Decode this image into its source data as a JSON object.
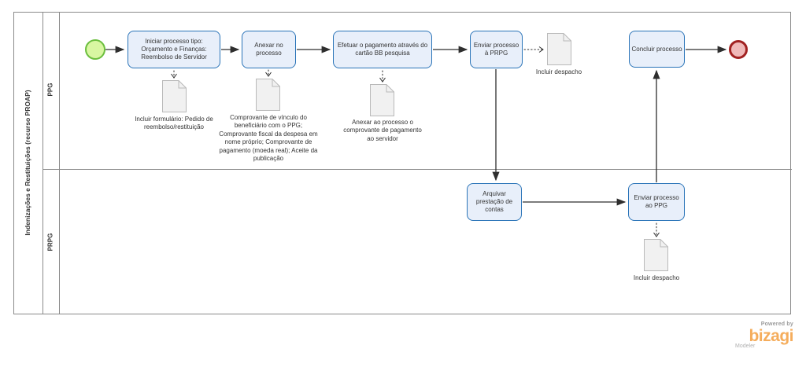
{
  "pool": {
    "title": "Indenizações e Restituições (recurso PROAP)",
    "lanes": [
      {
        "label": "PPG"
      },
      {
        "label": "PRPG"
      }
    ]
  },
  "tasks": {
    "iniciar": "Iniciar processo tipo: Orçamento e Finanças: Reembolso de Servidor",
    "anexar": "Anexar no processo",
    "efetuar": "Efetuar o pagamento através do cartão BB pesquisa",
    "enviar_prpg": "Enviar processo à PRPG",
    "concluir": "Concluir processo",
    "arquivar": "Arquivar prestação de contas",
    "enviar_ppg": "Enviar processo ao PPG"
  },
  "annotations": {
    "formulario": "Incluir formulário: Pedido de reembolso/restituição",
    "comprovantes": "Comprovante de vínculo do beneficiário com o PPG; Comprovante fiscal da despesa em nome próprio; Comprovante de pagamento (moeda real); Aceite da publicação",
    "anexar_comprovante": "Anexar ao processo o comprovante de pagamento ao servidor",
    "despacho_ppg": "Incluir despacho",
    "despacho_prpg": "Incluir despacho"
  },
  "branding": {
    "powered_by": "Powered by",
    "brand": "bizagi",
    "product": "Modeler"
  },
  "colors": {
    "task_fill": "#e8effa",
    "task_border": "#2a74b8",
    "start_fill": "#d9f7a2",
    "start_border": "#6cbf3f",
    "end_fill": "#f0b9b9",
    "end_border": "#a12121",
    "doc_fill": "#f1f1f1",
    "doc_border": "#b9b9b9",
    "line_gray": "#8a8a8a",
    "connector": "#2e2e2e",
    "brand_orange": "#f5ad5c"
  }
}
